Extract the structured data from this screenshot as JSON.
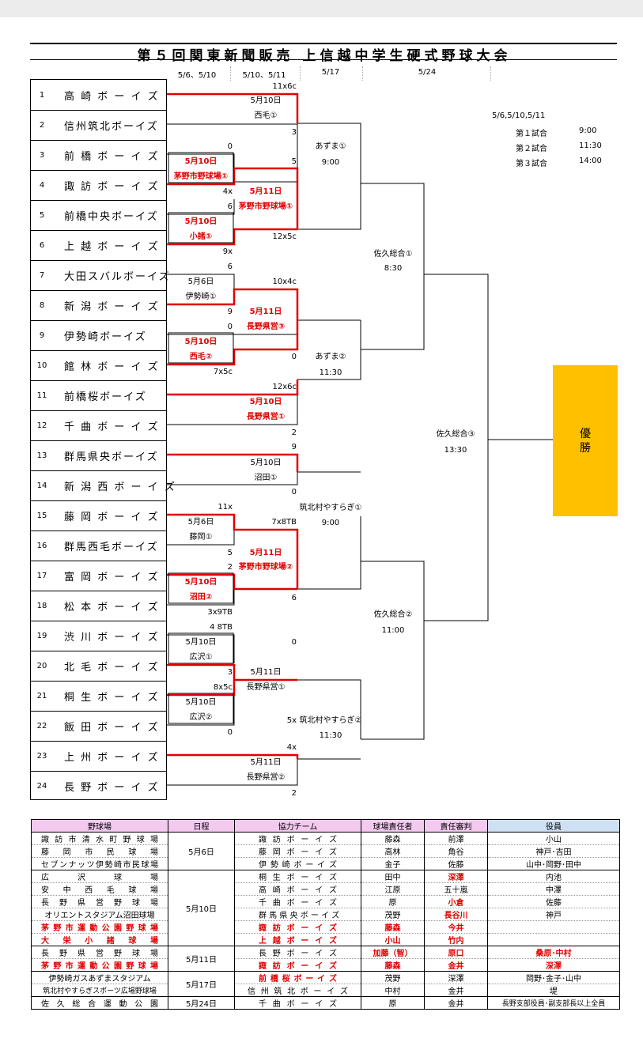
{
  "title": "第５回関東新聞販売 上信越中学生硬式野球大会",
  "date_headers": [
    "5/6、5/10",
    "5/10、5/11",
    "5/17",
    "5/24"
  ],
  "teams": [
    {
      "num": "1",
      "name": "高 崎 ボ ー イ ズ"
    },
    {
      "num": "2",
      "name": "信州筑北ボーイズ"
    },
    {
      "num": "3",
      "name": "前 橋 ボ ー イ ズ"
    },
    {
      "num": "4",
      "name": "諏 訪 ボ ー イ ズ"
    },
    {
      "num": "5",
      "name": "前橋中央ボーイズ"
    },
    {
      "num": "6",
      "name": "上 越 ボ ー イ ズ"
    },
    {
      "num": "7",
      "name": "大田スバルボーイズ"
    },
    {
      "num": "8",
      "name": "新 潟 ボ ー イ ズ"
    },
    {
      "num": "9",
      "name": "伊勢崎ボーイズ"
    },
    {
      "num": "10",
      "name": "館 林 ボ ー イ ズ"
    },
    {
      "num": "11",
      "name": "前橋桜ボーイズ"
    },
    {
      "num": "12",
      "name": "千 曲 ボ ー イ ズ"
    },
    {
      "num": "13",
      "name": "群馬県央ボーイズ"
    },
    {
      "num": "14",
      "name": "新 潟 西 ボ ー イ ズ"
    },
    {
      "num": "15",
      "name": "藤 岡 ボ ー イ ズ"
    },
    {
      "num": "16",
      "name": "群馬西毛ボーイズ"
    },
    {
      "num": "17",
      "name": "富 岡 ボ ー イ ズ"
    },
    {
      "num": "18",
      "name": "松 本 ボ ー イ ズ"
    },
    {
      "num": "19",
      "name": "渋 川 ボ ー イ ズ"
    },
    {
      "num": "20",
      "name": "北 毛 ボ ー イ ズ"
    },
    {
      "num": "21",
      "name": "桐 生 ボ ー イ ズ"
    },
    {
      "num": "22",
      "name": "飯 田 ボ ー イ ズ"
    },
    {
      "num": "23",
      "name": "上 州 ボ ー イ ズ"
    },
    {
      "num": "24",
      "name": "長 野 ボ ー イ ズ"
    }
  ],
  "labels": {
    "s1": "11x6c",
    "s2": "3",
    "s3": "0",
    "s4": "5",
    "s5": "4x",
    "s6": "6",
    "s7": "12x5c",
    "s8": "9x",
    "s9": "6",
    "s10": "9",
    "s11": "10x4c",
    "s12": "0",
    "s13": "0",
    "s14": "7x5c",
    "s15": "12x6c",
    "s16": "2",
    "s17": "9",
    "s18": "0",
    "s19": "11x",
    "s20": "5",
    "s21": "7x8TB",
    "s22": "2",
    "s23": "6",
    "s24": "3x9TB",
    "s25": "4 8TB",
    "s26": "3",
    "s27": "0",
    "s28": "8x5c",
    "s29": "0",
    "s30": "5x",
    "s31": "4x",
    "s32": "2",
    "g1d": "5月10日",
    "g1v": "西毛①",
    "g2d": "5月10日",
    "g2v": "茅野市野球場①",
    "g3d": "5月10日",
    "g3v": "小諸①",
    "g4d": "5月11日",
    "g4v": "茅野市野球場①",
    "g5d": "5月6日",
    "g5v": "伊勢崎①",
    "g6d": "5月10日",
    "g6v": "西毛②",
    "g7d": "5月11日",
    "g7v": "長野県営③",
    "g8d": "5月10日",
    "g8v": "長野県営①",
    "g9d": "5月10日",
    "g9v": "沼田①",
    "g10d": "5月6日",
    "g10v": "藤岡①",
    "g11d": "5月10日",
    "g11v": "沼田②",
    "g12d": "5月11日",
    "g12v": "茅野市野球場②",
    "g13d": "5月10日",
    "g13v": "広沢①",
    "g14d": "5月10日",
    "g14v": "広沢②",
    "g15d": "5月11日",
    "g15v": "長野県営①",
    "g16d": "5月11日",
    "g16v": "長野県営②",
    "q1v": "あずま①",
    "q1t": "9:00",
    "q2v": "あずま②",
    "q2t": "11:30",
    "q3v": "筑北村やすらぎ①",
    "q3t": "9:00",
    "q4v": "筑北村やすらぎ②",
    "q4t": "11:30",
    "sf1v": "佐久総合①",
    "sf1t": "8:30",
    "sf2v": "佐久総合②",
    "sf2t": "11:00",
    "fv": "佐久総合③",
    "ft": "13:30"
  },
  "champion": [
    "優",
    "勝"
  ],
  "schedule_note": {
    "dates": "5/6,5/10,5/11",
    "rows": [
      [
        "第１試合",
        "9:00"
      ],
      [
        "第２試合",
        "11:30"
      ],
      [
        "第３試合",
        "14:00"
      ]
    ]
  },
  "table": {
    "headers": [
      "野球場",
      "日程",
      "協力チーム",
      "球場責任者",
      "責任審判",
      "役員"
    ],
    "rows": [
      {
        "venue": "諏 訪 市 清 水 町 野 球 場",
        "team": "諏 訪 ボ ー イ ズ",
        "mgr": "藤森",
        "ump": "前澤",
        "off": "小山"
      },
      {
        "venue": "藤 岡 市 民 球 場",
        "team": "藤 岡 ボ ー イ ズ",
        "mgr": "高林",
        "ump": "角谷",
        "off": "神戸･吉田"
      },
      {
        "venue": "セブンナッツ伊勢崎市民球場",
        "team": "伊 勢 崎 ボ ー イ ズ",
        "mgr": "金子",
        "ump": "佐藤",
        "off": "山中･岡野･田中"
      },
      {
        "venue": "広 沢 球 場",
        "team": "桐 生 ボ ー イ ズ",
        "mgr": "田中",
        "ump": "深澤",
        "off": "内池"
      },
      {
        "venue": "安 中 西 毛 球 場",
        "team": "高 崎 ボ ー イ ズ",
        "mgr": "江原",
        "ump": "五十嵐",
        "off": "中澤"
      },
      {
        "venue": "長 野 県 営 野 球 場",
        "team": "千 曲 ボ ー イ ズ",
        "mgr": "原",
        "ump": "小倉",
        "off": "佐藤"
      },
      {
        "venue": "オリエントスタジアム沼田球場",
        "team": "群 馬 県 央 ボ ー イ ズ",
        "mgr": "茂野",
        "ump": "長谷川",
        "off": "神戸"
      },
      {
        "venue": "茅 野 市 運 動 公 園 野 球 場",
        "team": "諏 訪 ボ ー イ ズ",
        "mgr": "藤森",
        "ump": "今井",
        "off": ""
      },
      {
        "venue": "大 栄 小 諸 球 場",
        "team": "上 越 ボ ー イ ズ",
        "mgr": "小山",
        "ump": "竹内",
        "off": ""
      },
      {
        "venue": "長 野 県 営 野 球 場",
        "team": "長 野 ボ ー イ ズ",
        "mgr": "加藤（智）",
        "ump": "原口",
        "off": "桑原･中村"
      },
      {
        "venue": "茅 野 市 運 動 公 園 野 球 場",
        "team": "諏 訪 ボ ー イ ズ",
        "mgr": "藤森",
        "ump": "金井",
        "off": "深澤"
      },
      {
        "venue": "伊勢崎ガスあずまスタジアム",
        "team": "前 橋 桜 ボ ー イ ズ",
        "mgr": "茂野",
        "ump": "深澤",
        "off": "岡野･金子･山中"
      },
      {
        "venue": "筑北村やすらぎスポーツ広場野球場",
        "team": "信 州 筑 北 ボ ー イ ズ",
        "mgr": "中村",
        "ump": "金井",
        "off": "堤"
      },
      {
        "venue": "佐 久 総 合 運 動 公 園",
        "team": "千 曲 ボ ー イ ズ",
        "mgr": "原",
        "ump": "金井",
        "off": "長野支部役員･副支部長以上全員"
      }
    ],
    "dates": {
      "d1": "5月6日",
      "d2": "5月10日",
      "d3": "5月11日",
      "d4": "5月17日",
      "d5": "5月24日"
    }
  },
  "colors": {
    "win_line": "#e00000",
    "champion_bg": "#ffc000",
    "header_bg": "#f3c9f0",
    "officials_header_bg": "#cfe0f5"
  }
}
